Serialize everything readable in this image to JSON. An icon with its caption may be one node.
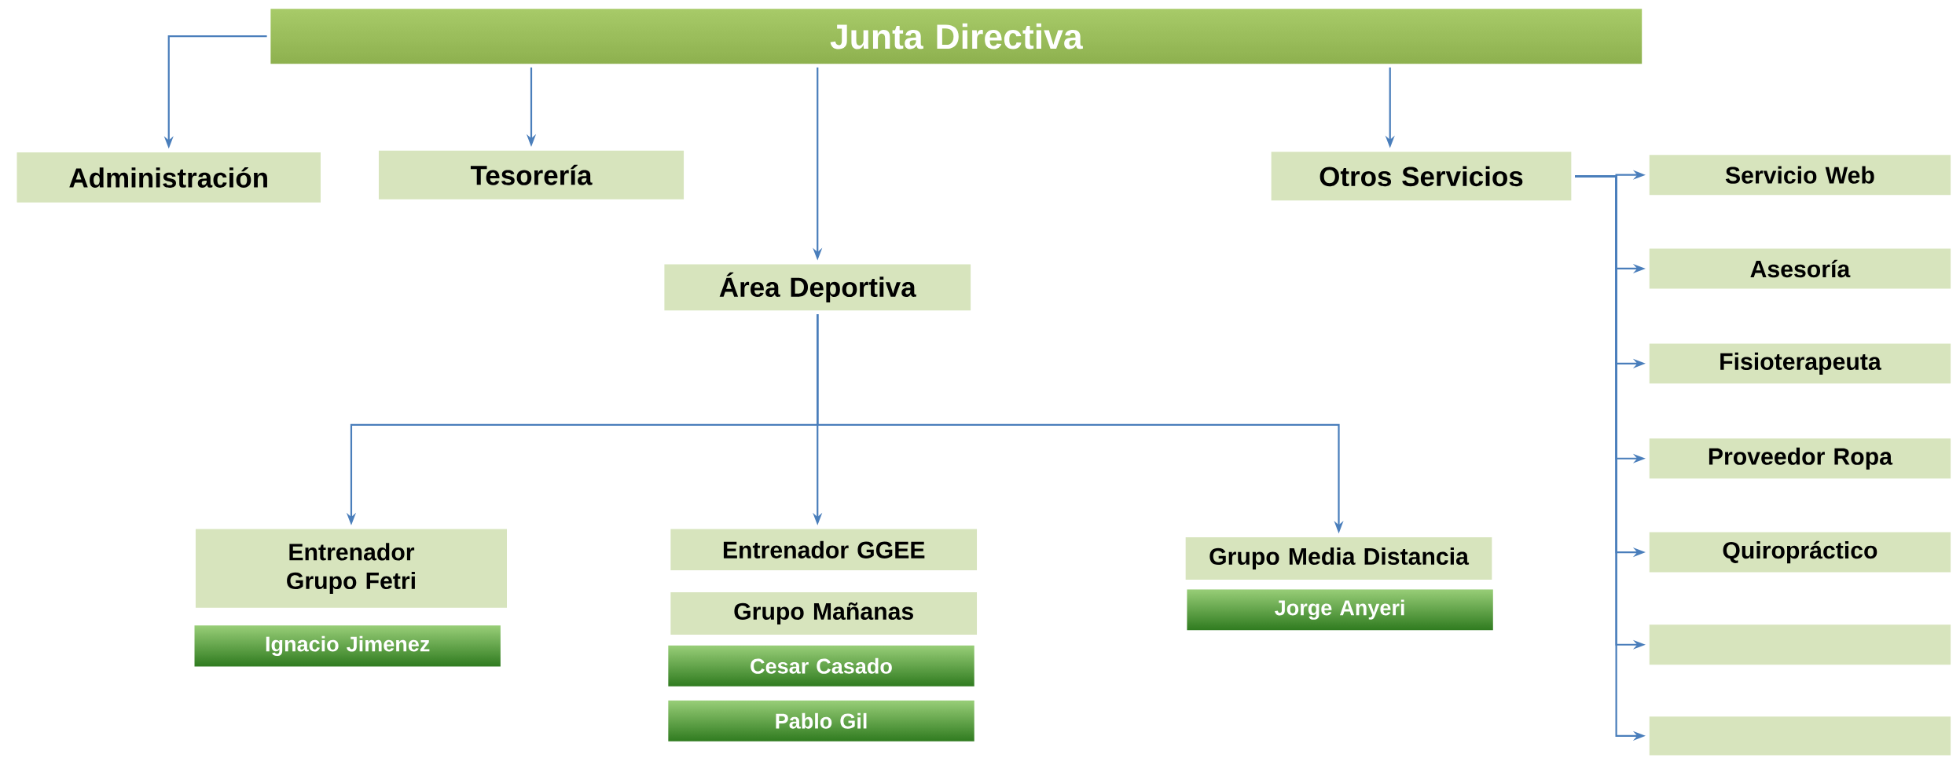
{
  "diagram": {
    "nodes": [
      {
        "text": [
          "Junta Directiva"
        ]
      },
      {
        "text": [
          "Administración"
        ]
      },
      {
        "text": [
          "Tesorería"
        ]
      },
      {
        "text": [
          "Otros Servicios"
        ]
      },
      {
        "text": [
          "Área Deportiva"
        ]
      },
      {
        "text": [
          "Servicio Web"
        ]
      },
      {
        "text": [
          "Asesoría"
        ]
      },
      {
        "text": [
          "Fisioterapeuta"
        ]
      },
      {
        "text": [
          "Proveedor Ropa"
        ]
      },
      {
        "text": [
          "Quiropráctico"
        ]
      },
      {
        "text": [],
        "shape": "box"
      },
      {
        "text": [],
        "shape": "box"
      },
      {
        "text": [
          "Entrenador Grupo Fetri"
        ]
      },
      {
        "text": [
          "Entrenador GGEE"
        ]
      },
      {
        "text": [
          "Grupo Mañanas"
        ]
      },
      {
        "text": [
          "Grupo Media Distancia"
        ]
      },
      {
        "text": [
          "Ignacio Jimenez"
        ]
      },
      {
        "text": [
          "Cesar Casado"
        ]
      },
      {
        "text": [
          "Pablo Gil"
        ]
      },
      {
        "text": [
          "Jorge Anyeri"
        ]
      }
    ],
    "edges": [
      {
        "from": 0,
        "to": 1,
        "arrow": "to"
      },
      {
        "from": 0,
        "to": 2,
        "arrow": "to"
      },
      {
        "from": 0,
        "to": 4,
        "arrow": "to"
      },
      {
        "from": 0,
        "to": 3,
        "arrow": "to"
      },
      {
        "from": 3,
        "to": 5,
        "arrow": "to"
      },
      {
        "from": 3,
        "to": 6,
        "arrow": "to"
      },
      {
        "from": 3,
        "to": 7,
        "arrow": "to"
      },
      {
        "from": 3,
        "to": 8,
        "arrow": "to"
      },
      {
        "from": 3,
        "to": 9,
        "arrow": "to"
      },
      {
        "from": 3,
        "to": 10,
        "arrow": "to"
      },
      {
        "from": 3,
        "to": 11,
        "arrow": "to"
      },
      {
        "from": 4,
        "to": 12,
        "arrow": "to"
      },
      {
        "from": 4,
        "to": 13,
        "arrow": "to"
      },
      {
        "from": 4,
        "to": 15,
        "arrow": "to"
      }
    ]
  }
}
